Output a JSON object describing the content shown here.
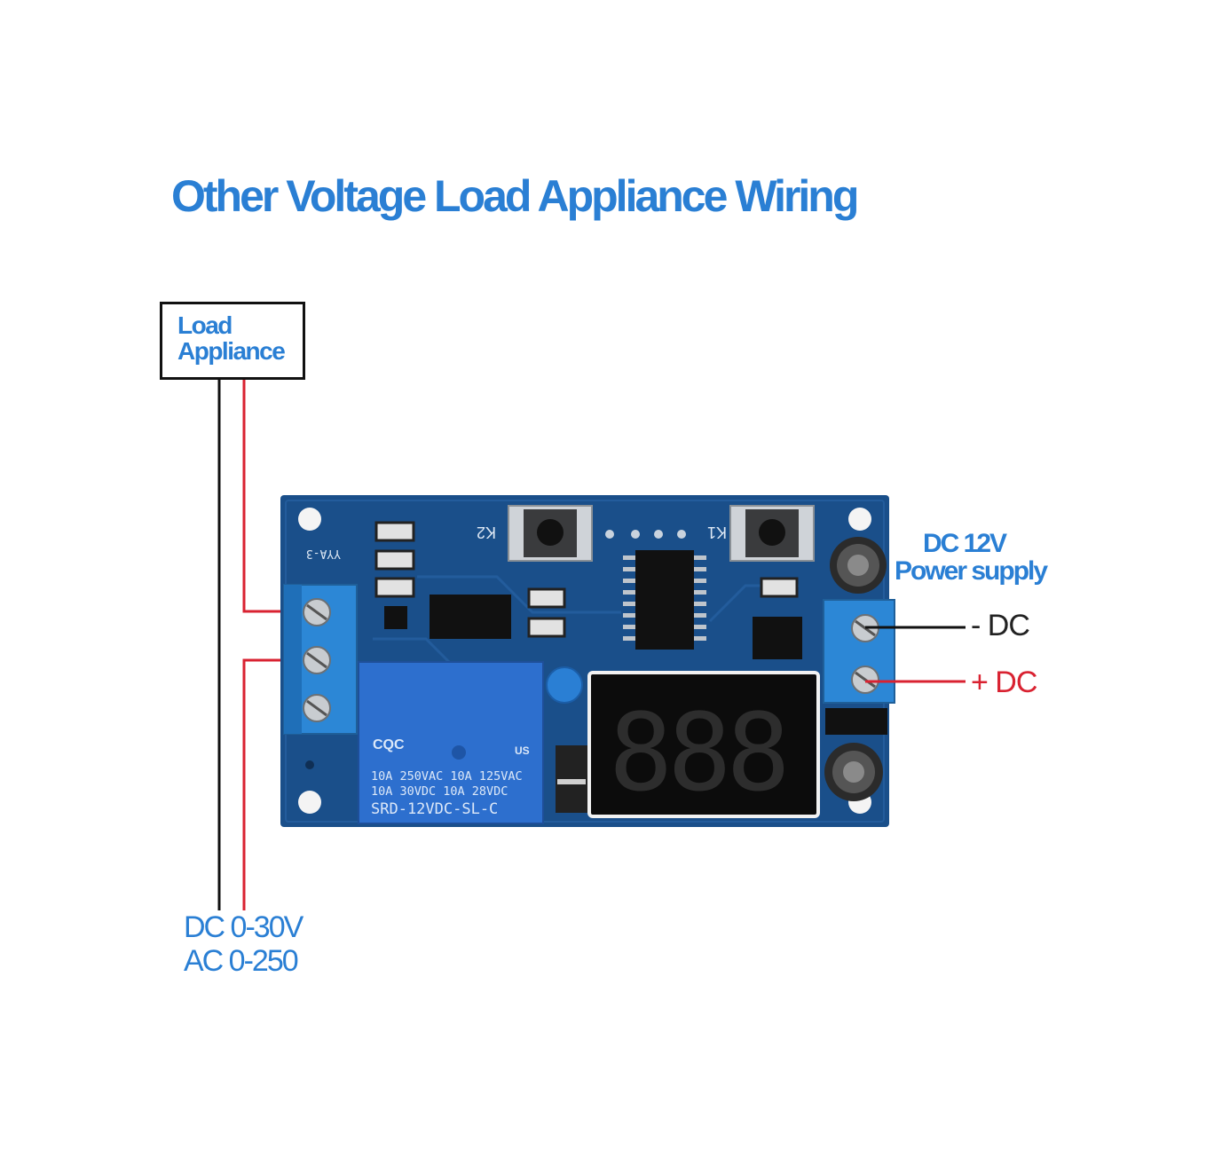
{
  "title": "Other Voltage Load Appliance Wiring",
  "load_box": {
    "line1": "Load",
    "line2": "Appliance"
  },
  "power_supply": {
    "line1": "DC 12V",
    "line2": "Power supply"
  },
  "terminals": {
    "negative": "- DC",
    "positive": "+ DC"
  },
  "load_source": {
    "line1": "DC 0-30V",
    "line2": "AC 0-250"
  },
  "board": {
    "model": "YYA-3",
    "button_left": "K2",
    "button_right": "K1",
    "relay_line1": "10A 250VAC  10A 125VAC",
    "relay_line2": "10A  30VDC  10A  28VDC",
    "relay_model": "SRD-12VDC-SL-C",
    "relay_brand": "CQC",
    "relay_ul": "US",
    "display": "888"
  },
  "colors": {
    "title": "#2a7fd4",
    "red_wire": "#d92231",
    "black_wire": "#111111",
    "pcb": "#1a4f8a"
  }
}
